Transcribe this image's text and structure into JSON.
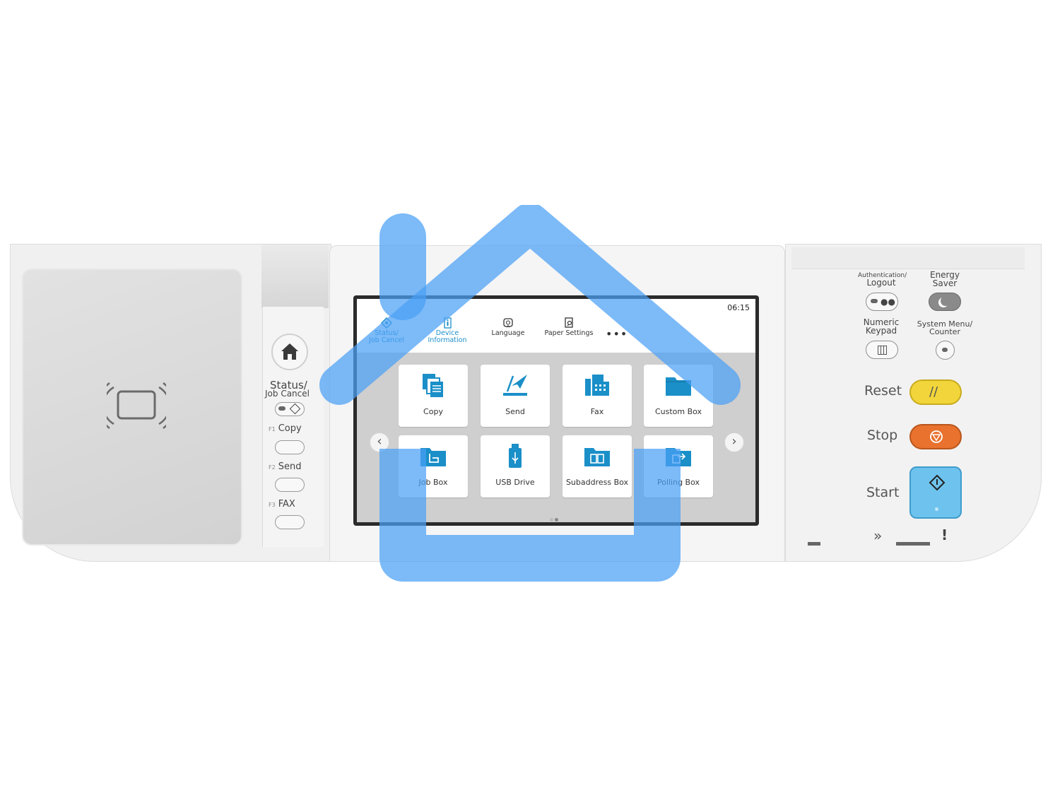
{
  "screen": {
    "clock": "06:15",
    "top_bar": [
      {
        "label": "Status/\nJob Cancel",
        "icon": "status-eye-icon"
      },
      {
        "label": "Device\nInformation",
        "icon": "device-info-icon"
      },
      {
        "label": "Language",
        "icon": "language-icon"
      },
      {
        "label": "Paper Settings",
        "icon": "paper-settings-icon"
      }
    ],
    "more_label": "•••",
    "tiles": [
      {
        "label": "Copy",
        "icon": "copy-icon"
      },
      {
        "label": "Send",
        "icon": "send-icon"
      },
      {
        "label": "Fax",
        "icon": "fax-icon"
      },
      {
        "label": "Custom Box",
        "icon": "folder-icon"
      },
      {
        "label": "Job Box",
        "icon": "job-box-icon"
      },
      {
        "label": "USB Drive",
        "icon": "usb-drive-icon"
      },
      {
        "label": "Subaddress Box",
        "icon": "subaddress-box-icon"
      },
      {
        "label": "Polling Box",
        "icon": "polling-box-icon"
      }
    ],
    "prev_arrow": "‹",
    "next_arrow": "›"
  },
  "left_keys": {
    "status_line1": "Status/",
    "status_line2": "Job Cancel",
    "f1_key": "F1",
    "f1_label": "Copy",
    "f2_key": "F2",
    "f2_label": "Send",
    "f3_key": "F3",
    "f3_label": "FAX"
  },
  "right_keys": {
    "auth_line1": "Authentication/",
    "auth_line2": "Logout",
    "energy_line1": "Energy",
    "energy_line2": "Saver",
    "numeric_line1": "Numeric",
    "numeric_line2": "Keypad",
    "sysmenu_line1": "System Menu/",
    "sysmenu_line2": "Counter",
    "reset": "Reset",
    "stop": "Stop",
    "start": "Start",
    "processing_indicator": "»",
    "attention_indicator": "!"
  },
  "colors": {
    "tile_icon": "#1a8fc8",
    "reset": "#f2d53a",
    "stop": "#e8722e",
    "start": "#6ec3ee",
    "overlay": "#4aa0f5"
  }
}
